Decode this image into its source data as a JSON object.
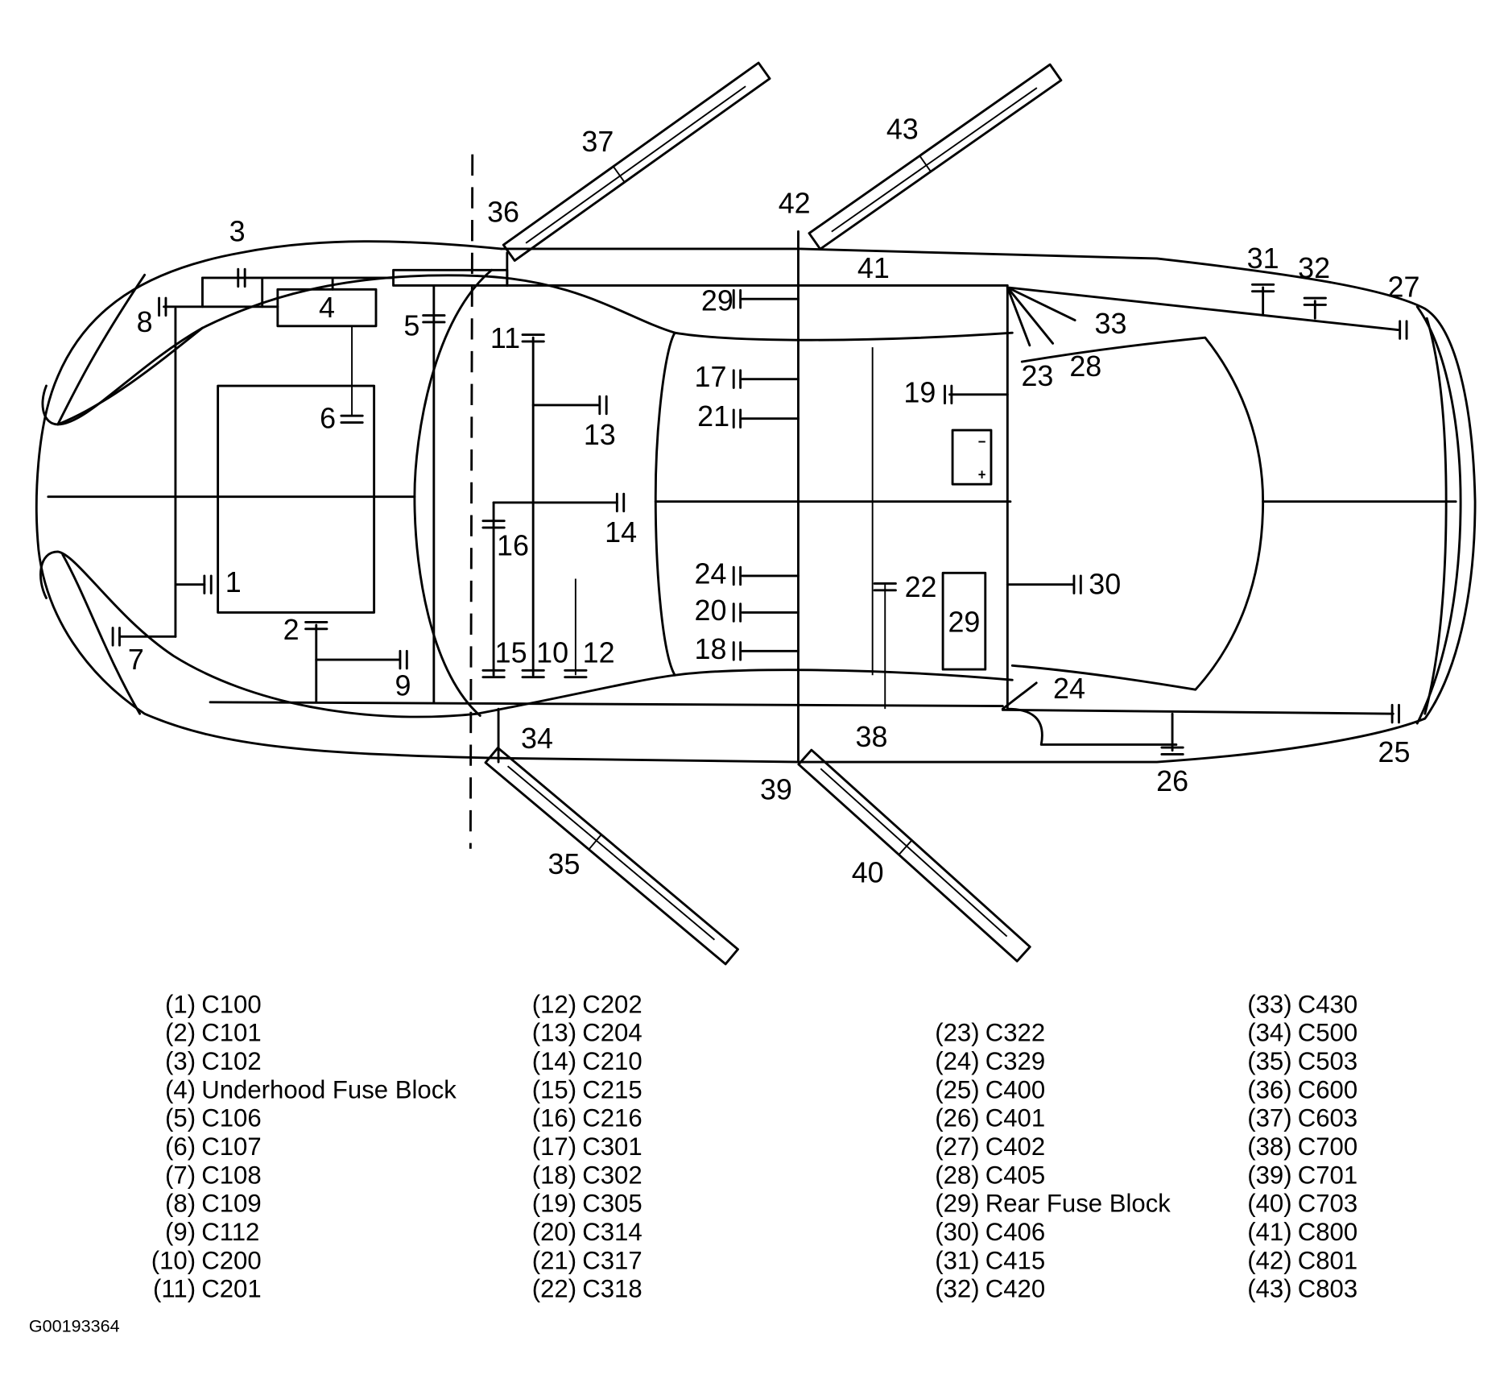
{
  "diagram": {
    "callouts": {
      "c1": "1",
      "c2": "2",
      "c3": "3",
      "c4": "4",
      "c5": "5",
      "c6": "6",
      "c7": "7",
      "c8": "8",
      "c9": "9",
      "c10": "10",
      "c11": "11",
      "c12": "12",
      "c13": "13",
      "c14": "14",
      "c15": "15",
      "c16": "16",
      "c17": "17",
      "c18": "18",
      "c19": "19",
      "c20": "20",
      "c21": "21",
      "c22": "22",
      "c23": "23",
      "c24a": "24",
      "c24b": "24",
      "c25": "25",
      "c26": "26",
      "c27": "27",
      "c28": "28",
      "c29a": "29",
      "c29b": "29",
      "c30": "30",
      "c31": "31",
      "c32": "32",
      "c33": "33",
      "c34": "34",
      "c35": "35",
      "c36": "36",
      "c37": "37",
      "c38": "38",
      "c39": "39",
      "c40": "40",
      "c41": "41",
      "c42": "42",
      "c43": "43"
    }
  },
  "legend": {
    "col1": [
      {
        "num": "(1)",
        "name": "C100"
      },
      {
        "num": "(2)",
        "name": "C101"
      },
      {
        "num": "(3)",
        "name": "C102"
      },
      {
        "num": "(4)",
        "name": "Underhood Fuse Block"
      },
      {
        "num": "(5)",
        "name": "C106"
      },
      {
        "num": "(6)",
        "name": "C107"
      },
      {
        "num": "(7)",
        "name": "C108"
      },
      {
        "num": "(8)",
        "name": "C109"
      },
      {
        "num": "(9)",
        "name": "C112"
      },
      {
        "num": "(10)",
        "name": "C200"
      },
      {
        "num": "(11)",
        "name": "C201"
      }
    ],
    "col2": [
      {
        "num": "(12)",
        "name": "C202"
      },
      {
        "num": "(13)",
        "name": "C204"
      },
      {
        "num": "(14)",
        "name": "C210"
      },
      {
        "num": "(15)",
        "name": "C215"
      },
      {
        "num": "(16)",
        "name": "C216"
      },
      {
        "num": "(17)",
        "name": "C301"
      },
      {
        "num": "(18)",
        "name": "C302"
      },
      {
        "num": "(19)",
        "name": "C305"
      },
      {
        "num": "(20)",
        "name": "C314"
      },
      {
        "num": "(21)",
        "name": "C317"
      },
      {
        "num": "(22)",
        "name": "C318"
      }
    ],
    "col3": [
      {
        "num": "(23)",
        "name": "C322"
      },
      {
        "num": "(24)",
        "name": "C329"
      },
      {
        "num": "(25)",
        "name": "C400"
      },
      {
        "num": "(26)",
        "name": "C401"
      },
      {
        "num": "(27)",
        "name": "C402"
      },
      {
        "num": "(28)",
        "name": "C405"
      },
      {
        "num": "(29)",
        "name": "Rear Fuse Block"
      },
      {
        "num": "(30)",
        "name": "C406"
      },
      {
        "num": "(31)",
        "name": "C415"
      },
      {
        "num": "(32)",
        "name": "C420"
      }
    ],
    "col4": [
      {
        "num": "(33)",
        "name": "C430"
      },
      {
        "num": "(34)",
        "name": "C500"
      },
      {
        "num": "(35)",
        "name": "C503"
      },
      {
        "num": "(36)",
        "name": "C600"
      },
      {
        "num": "(37)",
        "name": "C603"
      },
      {
        "num": "(38)",
        "name": "C700"
      },
      {
        "num": "(39)",
        "name": "C701"
      },
      {
        "num": "(40)",
        "name": "C703"
      },
      {
        "num": "(41)",
        "name": "C800"
      },
      {
        "num": "(42)",
        "name": "C801"
      },
      {
        "num": "(43)",
        "name": "C803"
      }
    ]
  },
  "footer": {
    "figure_id": "G00193364"
  }
}
